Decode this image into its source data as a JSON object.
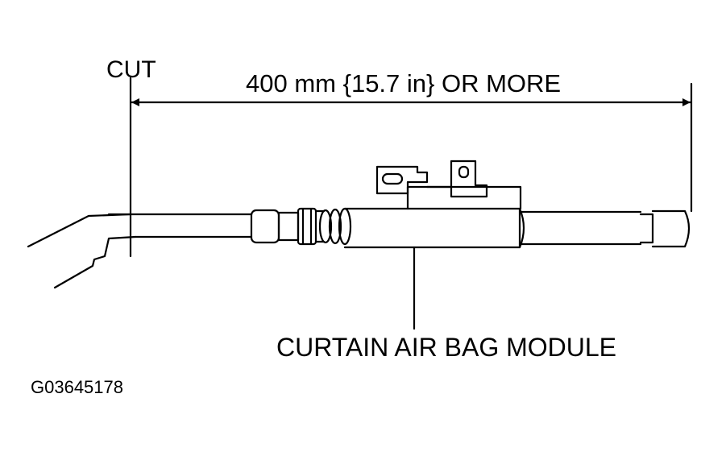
{
  "labels": {
    "cut": "CUT",
    "dimension": "400 mm {15.7 in} OR MORE",
    "module": "CURTAIN AIR BAG MODULE",
    "figure_id": "G03645178"
  },
  "colors": {
    "line": "#000000",
    "background": "#ffffff"
  }
}
